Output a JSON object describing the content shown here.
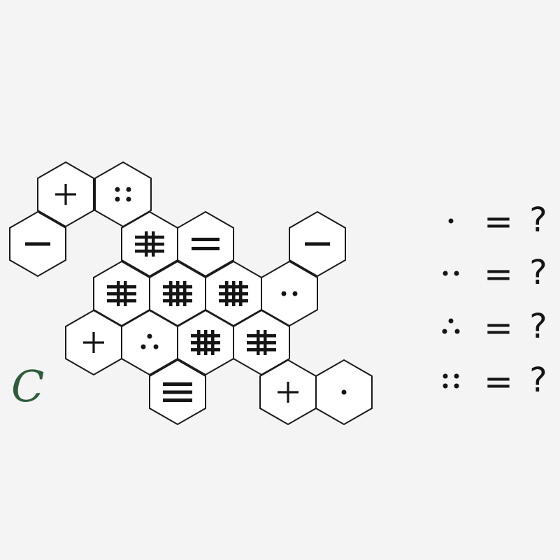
{
  "puzzle": {
    "label": "C",
    "hexes": [
      {
        "symbol": "plus"
      },
      {
        "symbol": "dots-4"
      },
      {
        "symbol": "minus"
      },
      {
        "symbol": "hash-2v3h"
      },
      {
        "symbol": "equal"
      },
      {
        "symbol": "minus"
      },
      {
        "symbol": "hash-2v3h"
      },
      {
        "symbol": "hash-3v3h"
      },
      {
        "symbol": "hash-3v3h"
      },
      {
        "symbol": "dots-2"
      },
      {
        "symbol": "plus"
      },
      {
        "symbol": "dots-3"
      },
      {
        "symbol": "hash-3v3h"
      },
      {
        "symbol": "hash-2v3h"
      },
      {
        "symbol": "triple-bar"
      },
      {
        "symbol": "plus"
      },
      {
        "symbol": "dot-1"
      }
    ],
    "equations": [
      {
        "symbol": "dot-1",
        "sign": "=",
        "answer": "?"
      },
      {
        "symbol": "dots-2",
        "sign": "=",
        "answer": "?"
      },
      {
        "symbol": "dots-3",
        "sign": "=",
        "answer": "?"
      },
      {
        "symbol": "dots-4",
        "sign": "=",
        "answer": "?"
      }
    ]
  }
}
